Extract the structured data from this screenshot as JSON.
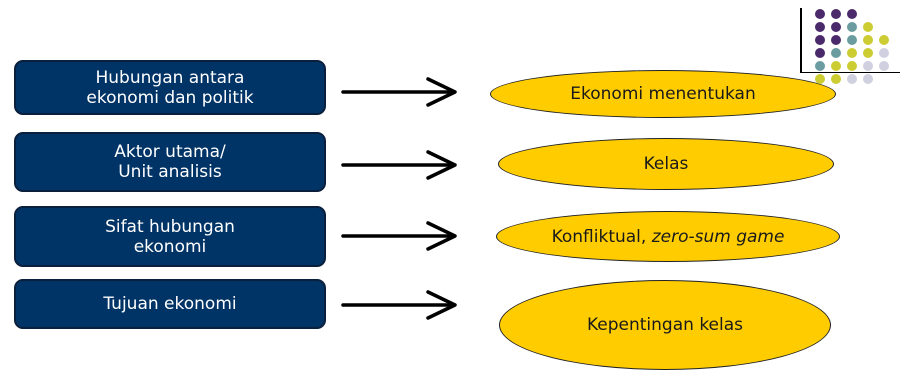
{
  "rows": [
    {
      "left_label": "Hubungan antara\nekonomi dan politik",
      "right_label": "Ekonomi menentukan",
      "right_italic": ""
    },
    {
      "left_label": "Aktor utama/\nUnit analisis",
      "right_label": "Kelas",
      "right_italic": ""
    },
    {
      "left_label": "Sifat hubungan\nekonomi",
      "right_label": "Konfliktual, ",
      "right_italic": "zero-sum game"
    },
    {
      "left_label": "Tujuan ekonomi",
      "right_label": "Kepentingan kelas",
      "right_italic": ""
    }
  ],
  "colors": {
    "box_fill": "#003366",
    "ellipse_fill": "#ffcc00",
    "dot_purple": "#4a2a6a",
    "dot_teal": "#6a9ca0",
    "dot_yellow": "#cccc33",
    "dot_light": "#d0d0e0"
  },
  "decor": {
    "name": "corner-dot-grid"
  }
}
